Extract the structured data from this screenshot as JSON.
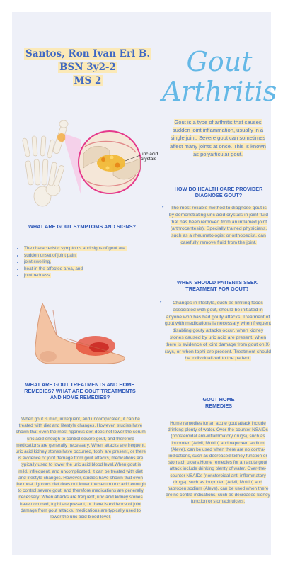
{
  "author": {
    "name": "Santos, Ron Ivan Erl B.",
    "section": "BSN 3y2-2",
    "group": "MS 2"
  },
  "title": {
    "line1": "Gout",
    "line2": "Arthritis"
  },
  "intro": "Gout is a type of arthritis that causes sudden joint inflammation, usually in a single joint. Severe gout can sometimes affect many joints at once. This is known as polyarticular gout.",
  "figure1": {
    "label_line1": "uric acid",
    "label_line2": "crystals"
  },
  "diagnose": {
    "heading": "HOW DO HEALTH CARE PROVIDER DIAGNOSE GOUT?",
    "body": "The most reliable method to diagnose gout is by demonstrating uric acid crystals in joint fluid that has been removed from an inflamed joint (arthrocentesis). Specially trained physicians, such as a rheumatologist or orthopedist, can carefully remove fluid from the joint."
  },
  "symptoms": {
    "heading": "WHAT ARE GOUT SYMPTOMS AND SIGNS?",
    "items": [
      "The characteristic symptoms and signs of gout are :",
      "sudden onset of joint pain,",
      "joint swelling,",
      "heat in the affected area, and",
      "joint redness."
    ]
  },
  "seek": {
    "heading": "WHEN SHOULD PATIENTS SEEK TREATMENT FOR GOUT?",
    "body": "Changes in lifestyle, such as limiting foods associated with gout, should be initiated in anyone who has had gouty attacks. Treatment of gout with medications is necessary when frequent disabling gouty attacks occur, when kidney stones caused by uric acid are present, when there is evidence of joint damage from gout on X-rays, or when tophi are present. Treatment should be individualized to the patient."
  },
  "treatments": {
    "heading": "WHAT ARE GOUT TREATMENTS AND HOME REMEDIES? WHAT ARE GOUT TREATMENTS AND HOME REMEDIES?",
    "body": "When gout is mild, infrequent, and uncomplicated, it can be treated with diet and lifestyle changes. However, studies have shown that even the most rigorous diet does not lower the serum uric acid enough to control severe gout, and therefore medications are generally necessary. When attacks are frequent, uric acid kidney stones have occurred, tophi are present, or there is evidence of joint damage from gout attacks, medications are typically used to lower the uric acid blood level.When gout is mild, infrequent, and uncomplicated, it can be treated with diet and lifestyle changes. However, studies have shown that even the most rigorous diet does not lower the serum uric acid enough to control severe gout, and therefore medications are generally necessary. When attacks are frequent, uric acid kidney stones have occurred, tophi are present, or there is evidence of joint damage from gout attacks, medications are typically used to lower the uric acid blood level."
  },
  "home": {
    "heading": "GOUT HOME REMEDIES",
    "body": "Home remedies for an acute gout attack include drinking plenty of water. Over-the-counter NSAIDs (nonsteroidal anti-inflammatory drugs), such as ibuprofen (Advil, Motrin) and naproxen sodium (Aleve), can be used when there are no contra-indications, such as decreased kidney function or stomach ulcers.Home remedies for an acute gout attack include drinking plenty of water. Over-the-counter NSAIDs (nonsteroidal anti-inflammatory drugs), such as ibuprofen (Advil, Motrin) and naproxen sodium (Aleve), can be used when there are no contra-indications, such as decreased kidney function or stomach ulcers."
  },
  "colors": {
    "background": "#eef0f8",
    "highlight": "#fbe9b7",
    "text": "#4a77c9",
    "heading": "#2f59b8",
    "title": "#64b8e6"
  }
}
